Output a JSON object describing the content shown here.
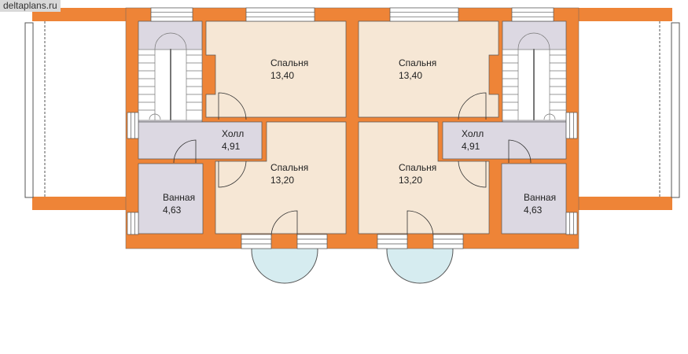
{
  "site_label": "deltaplans.ru",
  "colors": {
    "wall": "#ee8437",
    "bedroom": "#f6e7d5",
    "service": "#dcd8e2",
    "balcony": "#d6ecf0",
    "window": "#ffffff"
  },
  "rooms": [
    {
      "name": "Спальня",
      "area": "13,40"
    },
    {
      "name": "Спальня",
      "area": "13,40"
    },
    {
      "name": "Холл",
      "area": "4,91"
    },
    {
      "name": "Спальня",
      "area": "13,20"
    },
    {
      "name": "Спальня",
      "area": "13,20"
    },
    {
      "name": "Холл",
      "area": "4,91"
    },
    {
      "name": "Ванная",
      "area": "4,63"
    },
    {
      "name": "Ванная",
      "area": "4,63"
    }
  ]
}
